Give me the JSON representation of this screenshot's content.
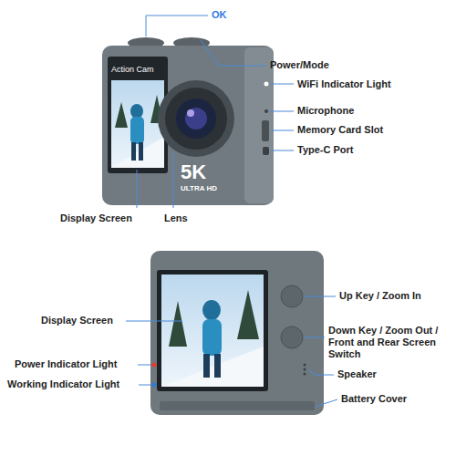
{
  "diagram": {
    "labels": [
      "OK",
      "Power/Mode",
      "WiFi Indicator Light",
      "Action Cam",
      "Microphone",
      "Memory Card Slot",
      "Type-C Port",
      "5K",
      "ULTRA HD",
      "Display Screen",
      "Lens",
      "Display Screen",
      "Up Key / Zoom In",
      "Down Key / Zoom Out / Front and Rear Screen Switch",
      "Power Indicator Light",
      "Speaker",
      "Working Indicator Light",
      "Battery Cover"
    ]
  }
}
